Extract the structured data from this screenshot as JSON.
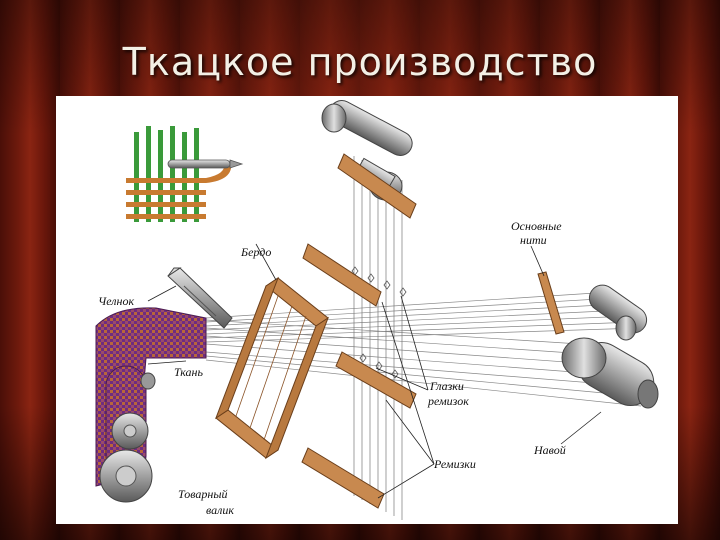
{
  "slide": {
    "title": "Ткацкое производство"
  },
  "diagram": {
    "labels": {
      "berdo": "Бердо",
      "chelnok": "Челнок",
      "tkan": "Ткань",
      "tovarny_line1": "Товарный",
      "tovarny_line2": "валик",
      "osnovnye_line1": "Основные",
      "osnovnye_line2": "нити",
      "glazki_line1": "Глазки",
      "glazki_line2": "ремизок",
      "remizki": "Ремизки",
      "navoy": "Навой"
    },
    "colors": {
      "wood": "#c8894f",
      "wood_dark": "#8a5226",
      "fabric": "#7a3a8a",
      "fabric_accent": "#b8663a",
      "metal": "#9a9a9a",
      "thread_green": "#3a9a3a",
      "thread_orange": "#c87a30"
    }
  }
}
